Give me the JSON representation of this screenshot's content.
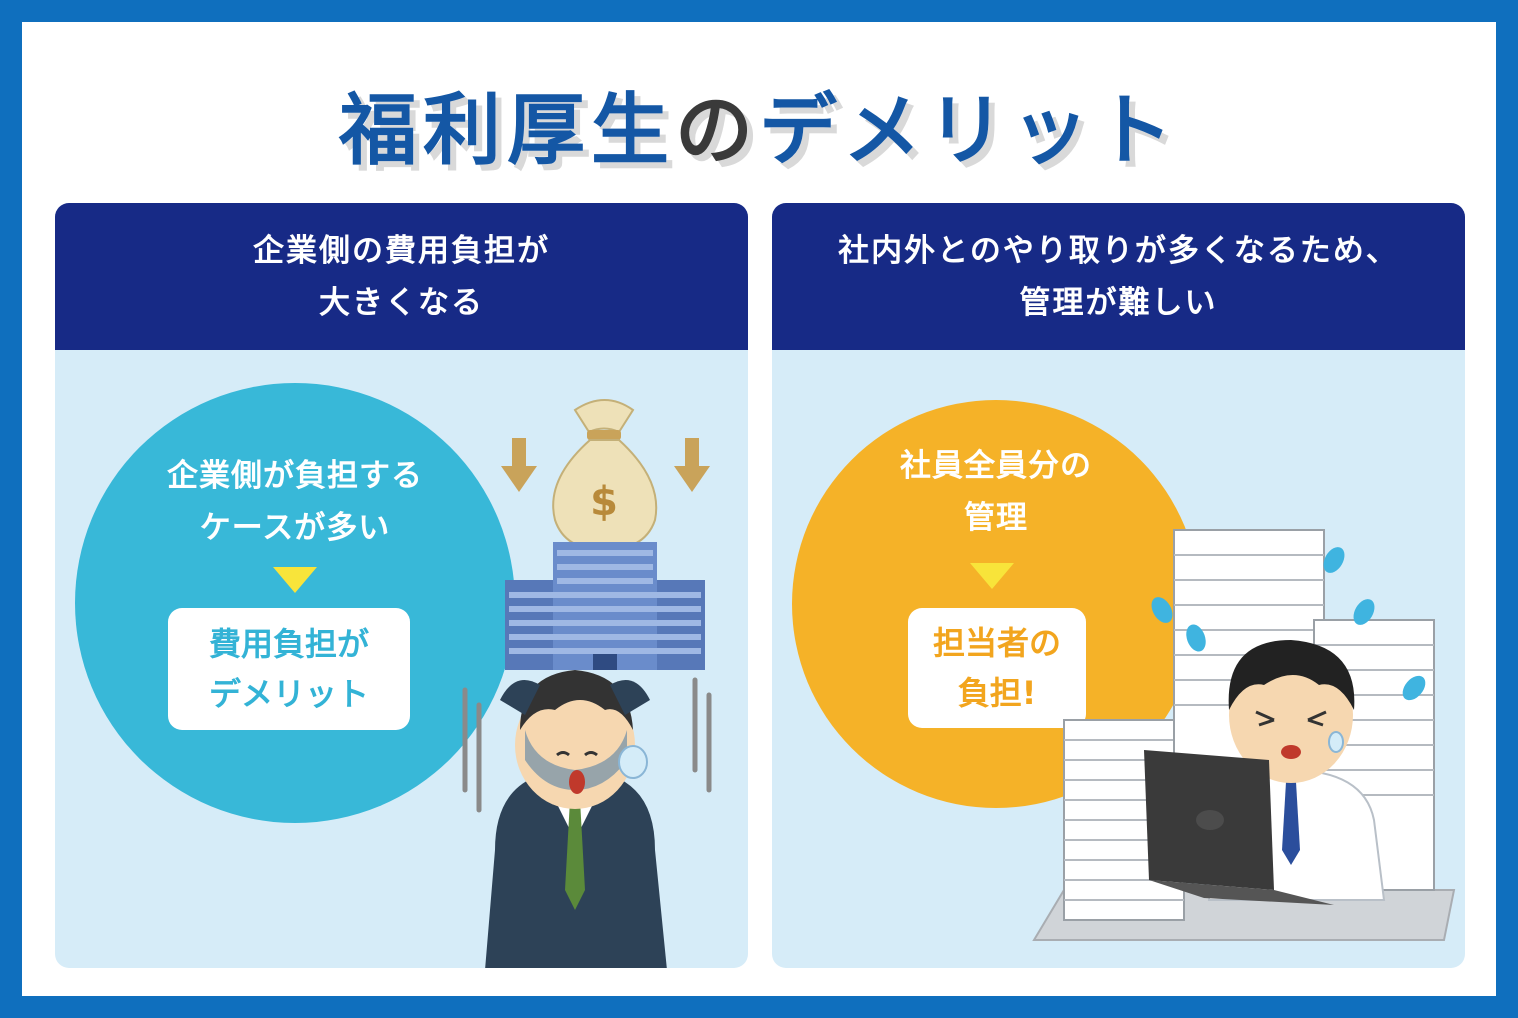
{
  "title": {
    "part1": "福利厚生",
    "part2": "の",
    "part3": "デメリット"
  },
  "left_panel": {
    "header_line1": "企業側の費用負担が",
    "header_line2": "大きくなる",
    "circle_line1": "企業側が負担する",
    "circle_line2": "ケースが多い",
    "result_line1": "費用負担が",
    "result_line2": "デメリット",
    "illustration": "worried-businessman-money-icon"
  },
  "right_panel": {
    "header_line1": "社内外とのやり取りが多くなるため、",
    "header_line2": "管理が難しい",
    "circle_line1": "社員全員分の",
    "circle_line2": "管理",
    "result_line1": "担当者の",
    "result_line2": "負担!",
    "illustration": "overworked-employee-paperwork-icon"
  },
  "colors": {
    "frame": "#0f6fbe",
    "header": "#172a86",
    "panel_bg": "#d6ecf8",
    "circle_blue": "#38b8d8",
    "circle_yellow": "#f5b228",
    "triangle": "#f8e43a",
    "title_blue": "#1457a5"
  }
}
